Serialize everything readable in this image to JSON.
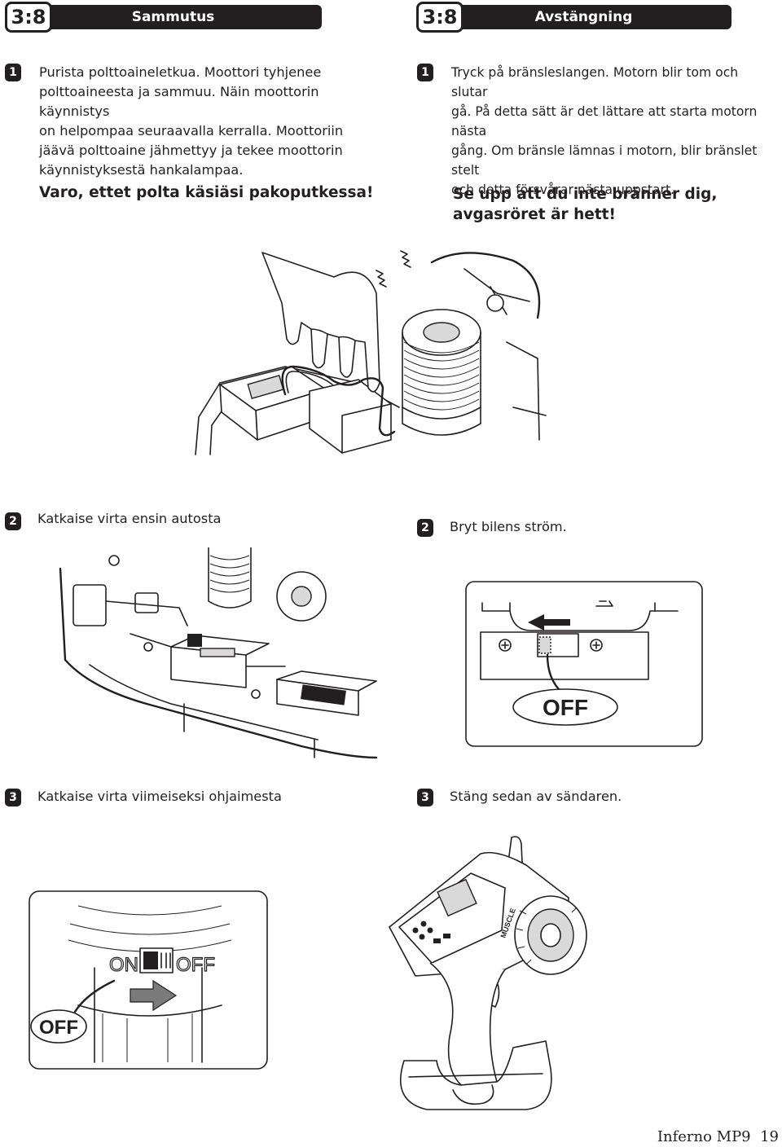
{
  "left": {
    "header": {
      "number": "3:8",
      "title": "Sammutus"
    },
    "step1": {
      "number": "1",
      "lines": [
        "Purista polttoaineletkua. Moottori tyhjenee",
        "polttoaineesta ja sammuu. Näin moottorin käynnistys",
        "on helpompaa seuraavalla kerralla. Moottoriin",
        "jäävä polttoaine jähmettyy ja tekee moottorin",
        "käynnistyksestä hankalampaa."
      ],
      "warning": "Varo, ettet polta käsiäsi pakoputkessa!"
    },
    "step2": {
      "number": "2",
      "label": "Katkaise virta ensin autosta"
    },
    "step3": {
      "number": "3",
      "label": "Katkaise virta viimeiseksi ohjaimesta"
    }
  },
  "right": {
    "header": {
      "number": "3:8",
      "title": "Avstängning"
    },
    "step1": {
      "number": "1",
      "lines": [
        "Tryck på bränsleslangen. Motorn blir tom och slutar",
        "gå. På detta sätt är det lättare att starta motorn nästa",
        "gång. Om bränsle lämnas i motorn, blir bränslet stelt",
        "och detta försvårar nästa uppstart."
      ],
      "warning_lines": [
        "Se upp att du inte bränner dig,",
        "avgasröret är hett!"
      ]
    },
    "step2": {
      "number": "2",
      "label": "Bryt bilens ström."
    },
    "step3": {
      "number": "3",
      "label": "Stäng sedan av sändaren."
    }
  },
  "illustrations": {
    "switch_label": "OFF",
    "transmitter_switch": {
      "on_label": "ON",
      "off_label": "OFF",
      "callout": "OFF"
    },
    "transmitter_body_text": "MUSCLE"
  },
  "footer": {
    "title": "Inferno MP9",
    "page": "19"
  },
  "colors": {
    "ink": "#231f20",
    "paper": "#ffffff"
  }
}
